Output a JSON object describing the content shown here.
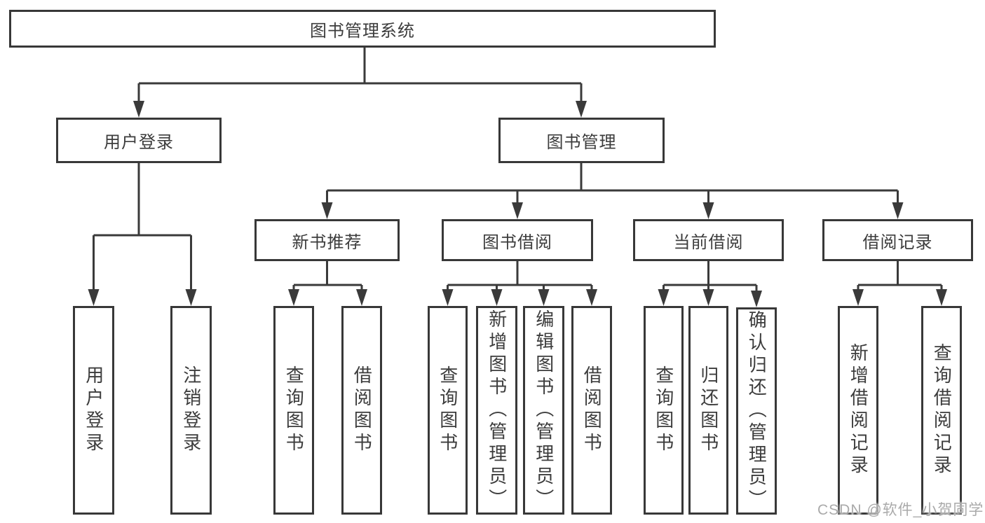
{
  "tree": {
    "label": "图书管理系统",
    "children": [
      {
        "label": "用户登录",
        "children": [
          {
            "label": "用户登录"
          },
          {
            "label": "注销登录"
          }
        ]
      },
      {
        "label": "图书管理",
        "children": [
          {
            "label": "新书推荐",
            "children": [
              {
                "label": "查询图书"
              },
              {
                "label": "借阅图书"
              }
            ]
          },
          {
            "label": "图书借阅",
            "children": [
              {
                "label": "查询图书"
              },
              {
                "label": "新增图书（管理员）"
              },
              {
                "label": "编辑图书（管理员）"
              },
              {
                "label": "借阅图书"
              }
            ]
          },
          {
            "label": "当前借阅",
            "children": [
              {
                "label": "查询图书"
              },
              {
                "label": "归还图书"
              },
              {
                "label": "确认归还（管理员）"
              }
            ]
          },
          {
            "label": "借阅记录",
            "children": [
              {
                "label": "新增借阅记录"
              },
              {
                "label": "查询借阅记录"
              }
            ]
          }
        ]
      }
    ]
  },
  "watermark": "CSDN @软件_小贺同学",
  "colors": {
    "line": "#3a3a3a",
    "border": "#383838",
    "text": "#3c3c3c",
    "background": "#ffffff",
    "watermark": "#aaaaaa"
  }
}
